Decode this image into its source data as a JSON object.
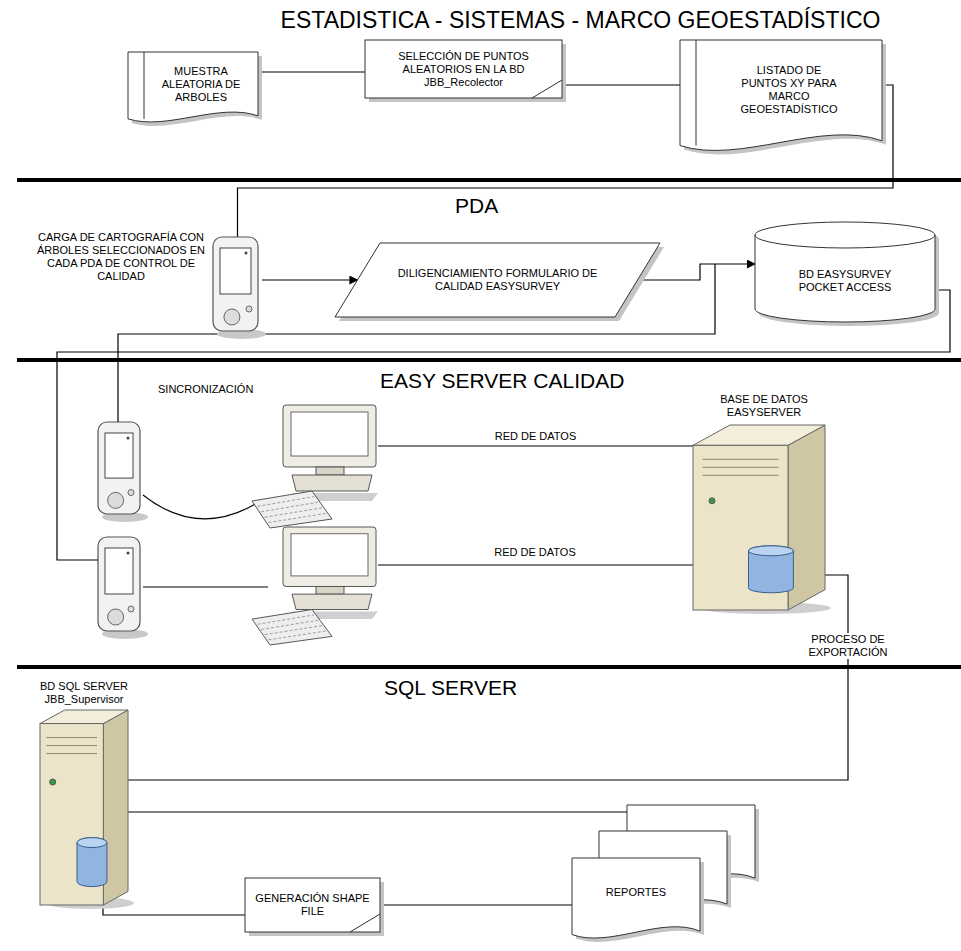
{
  "diagram": {
    "title": "ESTADISTICA - SISTEMAS - MARCO GEOESTADÍSTICO",
    "nodes": [
      {
        "text": [
          "MUESTRA ALEATORIA DE ARBOLES"
        ]
      },
      {
        "text": [
          "SELECCIÓN DE PUNTOS ALEATORIOS EN LA BD JBB_Recolector"
        ]
      },
      {
        "text": [
          "LISTADO DE PUNTOS XY PARA MARCO GEOESTADÍSTICO"
        ]
      },
      {
        "text": [
          "CARGA DE CARTOGRAFÍA CON ÁRBOLES SELECCIONADOS EN CADA PDA DE CONTROL DE CALIDAD"
        ]
      },
      {
        "text": [
          "DILIGENCIAMIENTO FORMULARIO DE CALIDAD EASYSURVEY"
        ]
      },
      {
        "text": [
          "BD EASYSURVEY POCKET ACCESS"
        ]
      },
      {
        "text": [
          "SINCRONIZACIÓN"
        ]
      },
      {
        "text": [
          "BASE DE DATOS EASYSERVER"
        ]
      },
      {
        "text": [
          "BD SQL SERVER JBB_Supervisor"
        ]
      },
      {
        "text": [
          "GENERACIÓN SHAPE FILE"
        ]
      },
      {
        "text": [
          "REPORTES"
        ]
      }
    ],
    "edges": [
      {
        "from": 0,
        "to": 1,
        "arrow": "none"
      },
      {
        "from": 1,
        "to": 2,
        "arrow": "none"
      },
      {
        "from": 2,
        "to": 3,
        "arrow": "none"
      },
      {
        "from": 3,
        "to": 4,
        "arrow": "to"
      },
      {
        "from": 4,
        "to": 5,
        "arrow": "to"
      },
      {
        "from": 6,
        "to": 7,
        "label": "RED DE DATOS",
        "arrow": "none"
      },
      {
        "from": 7,
        "to": 8,
        "label": "PROCESO DE EXPORTACIÓN",
        "arrow": "none"
      },
      {
        "from": 8,
        "to": 10,
        "arrow": "none"
      },
      {
        "from": 8,
        "to": 9,
        "arrow": "none"
      },
      {
        "from": 9,
        "to": 10,
        "arrow": "none"
      }
    ],
    "labels": [
      "PDA",
      "EASY SERVER CALIDAD",
      "RED DE DATOS",
      "SQL SERVER"
    ]
  }
}
